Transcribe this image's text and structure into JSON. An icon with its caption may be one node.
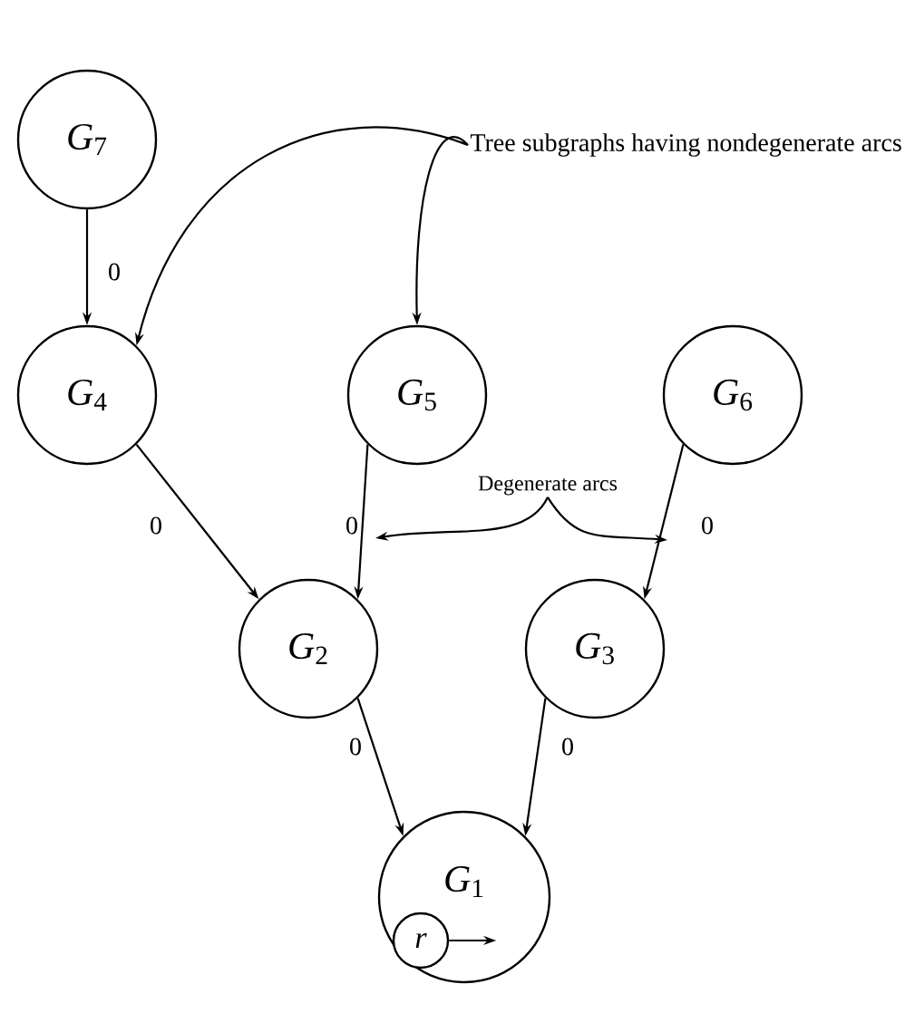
{
  "diagram": {
    "nodes": [
      {
        "text": [
          "*G*$_{7}$"
        ]
      },
      {
        "text": [
          "Tree subgraphs having nondegenerate arcs"
        ]
      },
      {
        "text": [
          "*G*$_{4}$"
        ]
      },
      {
        "text": [
          "*G*$_{5}$"
        ]
      },
      {
        "text": [
          "*G*$_{6}$"
        ]
      },
      {
        "text": [
          "Degenerate arcs"
        ]
      },
      {
        "text": [
          "*G*$_{2}$"
        ]
      },
      {
        "text": [
          "*G*$_{3}$"
        ]
      },
      {
        "text": [
          "*G*$_{1}$"
        ]
      },
      {
        "text": [
          "*r*"
        ],
        "in": 8
      }
    ],
    "edges": [
      {
        "from": 0,
        "to": 2,
        "arrow": "to",
        "label": "0"
      },
      {
        "from": 1,
        "to": 2,
        "arrow": "to"
      },
      {
        "from": 1,
        "to": 3,
        "arrow": "to"
      },
      {
        "from": 2,
        "to": 6,
        "arrow": "to",
        "label": "0"
      },
      {
        "from": 3,
        "to": 6,
        "arrow": "to",
        "label": "0"
      },
      {
        "from": 4,
        "to": 7,
        "arrow": "to",
        "label": "0"
      },
      {
        "from": 5,
        "to": null,
        "arrow": "to"
      },
      {
        "from": 5,
        "to": null,
        "arrow": "to"
      },
      {
        "from": 6,
        "to": 8,
        "arrow": "to",
        "label": "0"
      },
      {
        "from": 7,
        "to": 8,
        "arrow": "to",
        "label": "0"
      },
      {
        "from": 9,
        "to": null,
        "arrow": "to"
      }
    ]
  }
}
